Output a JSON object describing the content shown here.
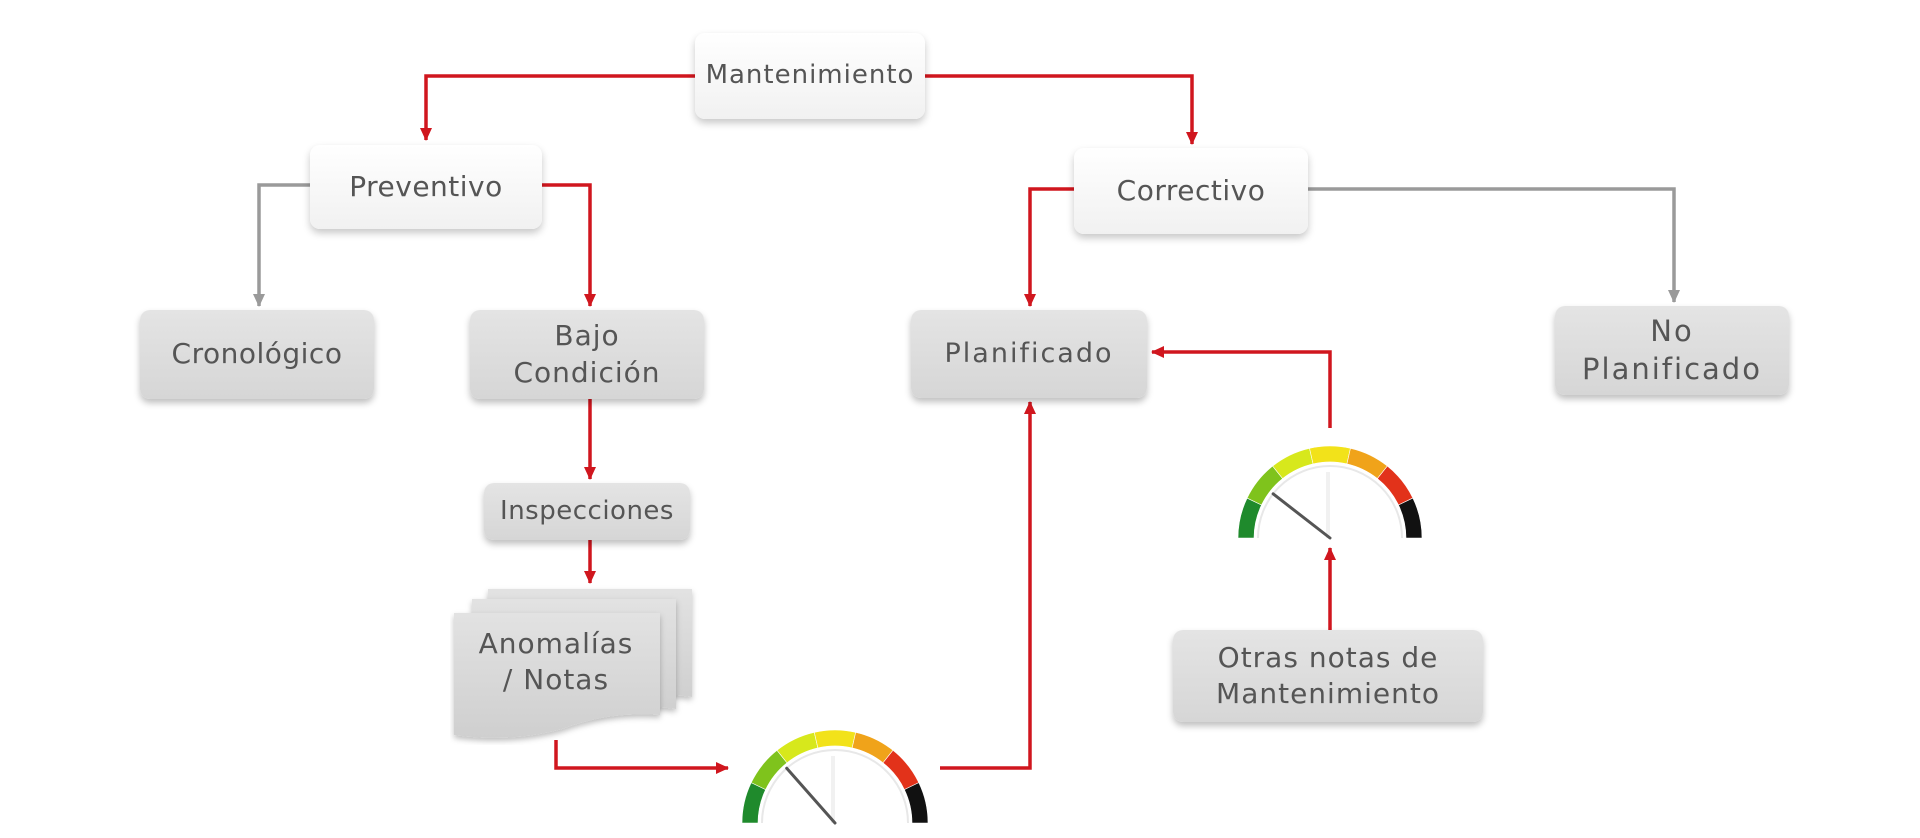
{
  "diagram": {
    "nodes": {
      "mantenimiento": {
        "label": "Mantenimiento"
      },
      "preventivo": {
        "label": "Preventivo"
      },
      "correctivo": {
        "label": "Correctivo"
      },
      "cronologico": {
        "label": "Cronológico"
      },
      "bajo_condicion": {
        "lines": [
          "Bajo",
          "Condición"
        ]
      },
      "planificado": {
        "label": "Planificado"
      },
      "no_planificado": {
        "lines": [
          "No",
          "Planificado"
        ]
      },
      "inspecciones": {
        "label": "Inspecciones"
      },
      "anomalias_notas": {
        "lines": [
          "Anomalías",
          "/ Notas"
        ]
      },
      "otras_notas": {
        "lines": [
          "Otras notas de",
          "Mantenimiento"
        ]
      }
    },
    "edges": [
      {
        "from": "mantenimiento",
        "to": "preventivo",
        "color": "red"
      },
      {
        "from": "mantenimiento",
        "to": "correctivo",
        "color": "red"
      },
      {
        "from": "preventivo",
        "to": "cronologico",
        "color": "grey"
      },
      {
        "from": "preventivo",
        "to": "bajo_condicion",
        "color": "red"
      },
      {
        "from": "correctivo",
        "to": "planificado",
        "color": "red"
      },
      {
        "from": "correctivo",
        "to": "no_planificado",
        "color": "grey"
      },
      {
        "from": "bajo_condicion",
        "to": "inspecciones",
        "color": "red"
      },
      {
        "from": "inspecciones",
        "to": "anomalias_notas",
        "color": "red"
      },
      {
        "from": "anomalias_notas",
        "to": "gauge-priority-low",
        "color": "red"
      },
      {
        "from": "gauge-priority-low",
        "to": "planificado",
        "color": "red"
      },
      {
        "from": "otras_notas",
        "to": "gauge-priority-high",
        "color": "red"
      },
      {
        "from": "gauge-priority-high",
        "to": "planificado",
        "color": "red"
      }
    ],
    "colors": {
      "arrow_red": "#d0161e",
      "arrow_grey": "#9a9a9a",
      "text": "#555555",
      "gauge_scale": [
        "#1f8a2c",
        "#7fc31c",
        "#d7e81c",
        "#f2e21a",
        "#f0a31a",
        "#e2321a",
        "#111111"
      ]
    },
    "gauges": [
      {
        "name": "gauge-priority-low",
        "needle_level": 0.27
      },
      {
        "name": "gauge-priority-high",
        "needle_level": 0.21
      }
    ]
  }
}
